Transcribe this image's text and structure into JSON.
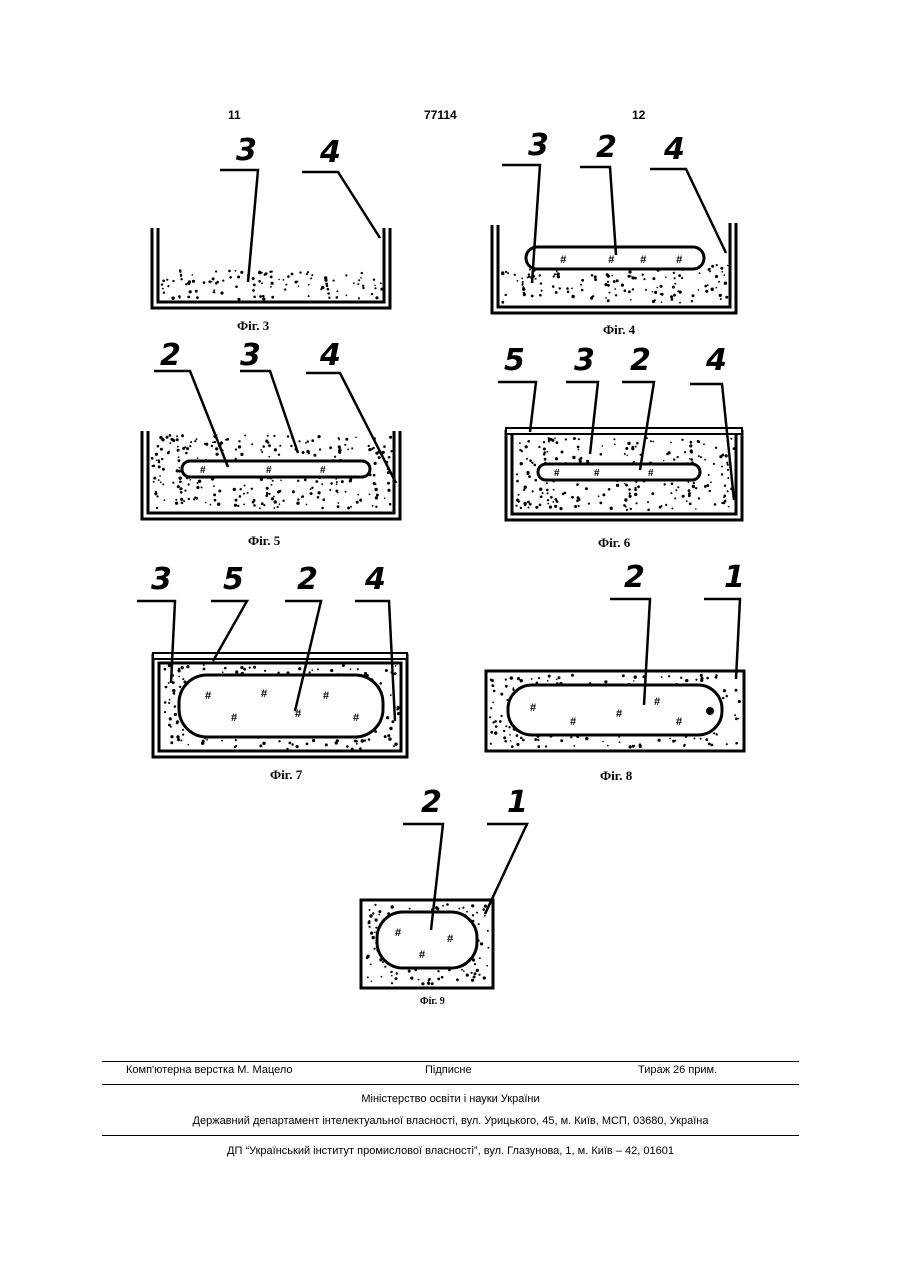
{
  "header": {
    "page_left": "11",
    "patent_number": "77114",
    "page_right": "12"
  },
  "figures": {
    "fig3": {
      "caption": "Фіг. 3",
      "labels": [
        "3",
        "4"
      ]
    },
    "fig4": {
      "caption": "Фіг. 4",
      "labels": [
        "3",
        "2",
        "4"
      ]
    },
    "fig5": {
      "caption": "Фіг. 5",
      "labels": [
        "2",
        "3",
        "4"
      ]
    },
    "fig6": {
      "caption": "Фіг. 6",
      "labels": [
        "5",
        "3",
        "2",
        "4"
      ]
    },
    "fig7": {
      "caption": "Фіг. 7",
      "labels": [
        "3",
        "5",
        "2",
        "4"
      ]
    },
    "fig8": {
      "caption": "Фіг. 8",
      "labels": [
        "2",
        "1"
      ]
    },
    "fig9": {
      "caption": "Фіг. 9",
      "labels": [
        "2",
        "1"
      ]
    }
  },
  "footer": {
    "layout": "Комп'ютерна верстка М. Мацело",
    "signed": "Підписне",
    "circulation": "Тираж 26 прим.",
    "ministry": "Міністерство освіти і науки України",
    "department": "Державний департамент інтелектуальної власності, вул. Урицького, 45, м. Київ, МСП, 03680, Україна",
    "institute": "ДП “Український інститут промислової власності”, вул. Глазунова, 1, м. Київ – 42, 01601"
  }
}
